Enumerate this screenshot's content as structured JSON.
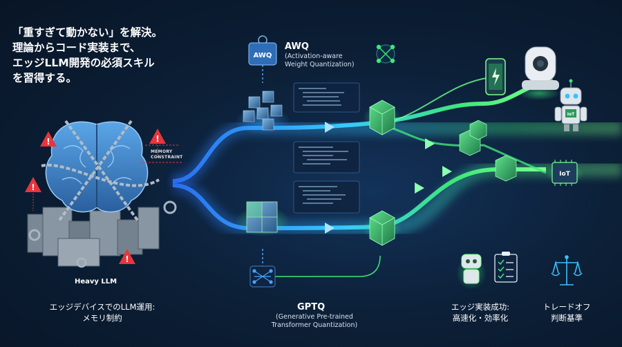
{
  "headline": {
    "line1": "「重すぎて動かない」を解決。",
    "line2": "理論からコード実装まで、",
    "line3": "エッジLLM開発の必須スキル",
    "line4": "を習得する。"
  },
  "awq": {
    "badge": "AWQ",
    "title": "AWQ",
    "subtitle_line1": "(Activation-aware",
    "subtitle_line2": "Weight Quantization)"
  },
  "gptq": {
    "title": "GPTQ",
    "subtitle_line1": "(Generative Pre-trained",
    "subtitle_line2": "Transformer Quantization)"
  },
  "left": {
    "heavy_label": "Heavy LLM",
    "memory_line1": "MEMORY",
    "memory_line2": "CONSTRAINT",
    "caption_line1": "エッジデバイスでのLLM運用:",
    "caption_line2": "メモリ制約"
  },
  "right": {
    "iot_chip": "IoT",
    "robot_chest": "IoT",
    "success_line1": "エッジ実装成功:",
    "success_line2": "高速化・効率化",
    "tradeoff_line1": "トレードオフ",
    "tradeoff_line2": "判断基準"
  },
  "colors": {
    "background": "#0b1a2e",
    "flow_blue": "#2f8bff",
    "flow_cyan": "#36d1ff",
    "flow_green": "#3ee67a",
    "warning": "#e5363b"
  }
}
